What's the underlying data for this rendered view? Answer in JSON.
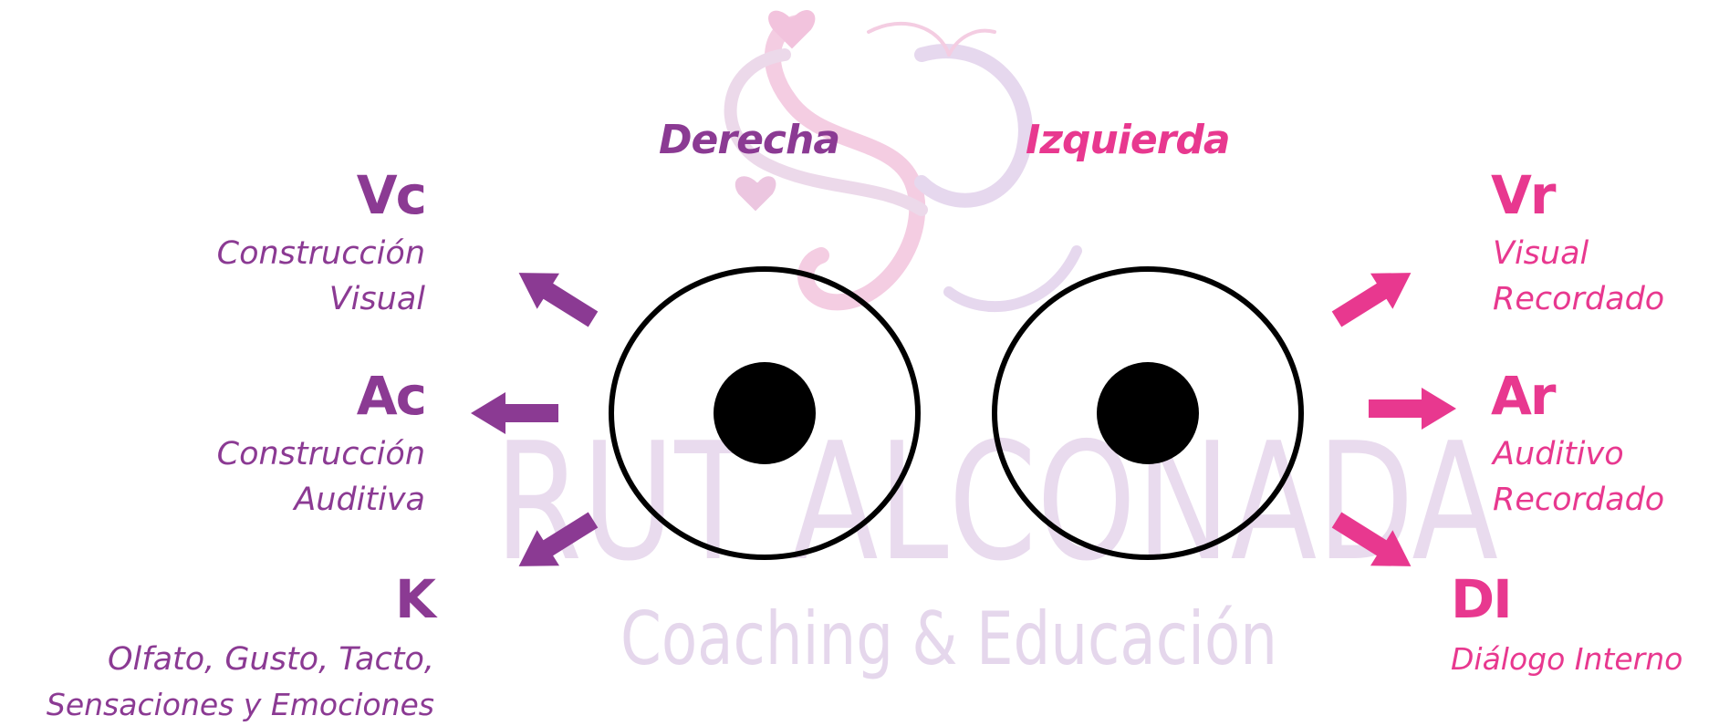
{
  "colors": {
    "left": "#8b3a93",
    "right": "#e8388f",
    "watermark_pink": "#f2c3dd",
    "watermark_lavender": "#ddd0e8",
    "eye_outline": "#000000"
  },
  "headers": {
    "derecha": "Derecha",
    "izquierda": "Izquierda"
  },
  "left_items": [
    {
      "code": "Vc",
      "lines": [
        "Construcción",
        "Visual"
      ],
      "arrow": "up-left"
    },
    {
      "code": "Ac",
      "lines": [
        "Construcción",
        "Auditiva"
      ],
      "arrow": "left"
    },
    {
      "code": "K",
      "lines": [
        "Olfato, Gusto, Tacto,",
        "Sensaciones y Emociones"
      ],
      "arrow": "down-left"
    }
  ],
  "right_items": [
    {
      "code": "Vr",
      "lines": [
        "Visual",
        "Recordado"
      ],
      "arrow": "up-right"
    },
    {
      "code": "Ar",
      "lines": [
        "Auditivo",
        "Recordado"
      ],
      "arrow": "right"
    },
    {
      "code": "DI",
      "lines": [
        "Diálogo Interno"
      ],
      "arrow": "down-right"
    }
  ],
  "watermark": {
    "brand": "RUT ALCONADA",
    "tagline": "Coaching & Educación"
  }
}
